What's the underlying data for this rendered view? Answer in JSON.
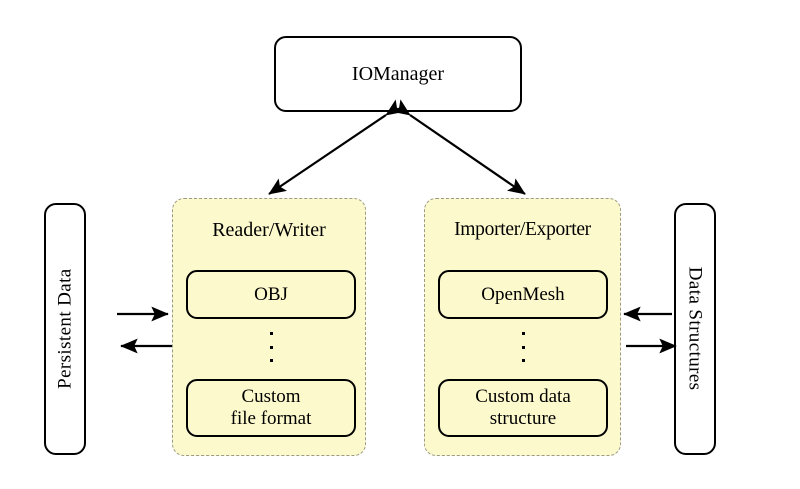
{
  "diagram": {
    "title_node": {
      "label": "IOManager"
    },
    "left_external": {
      "label": "Persistent Data"
    },
    "right_external": {
      "label": "Data Structures"
    },
    "groups": [
      {
        "label": "Reader/Writer",
        "items": [
          {
            "label": "OBJ"
          },
          {
            "label": "Custom\nfile format",
            "line1": "Custom",
            "line2": "file format"
          }
        ],
        "ellipsis": "⋮"
      },
      {
        "label": "Importer/Exporter",
        "items": [
          {
            "label": "OpenMesh"
          },
          {
            "label": "Custom data\nstructure",
            "line1": "Custom data",
            "line2": "structure"
          }
        ],
        "ellipsis": "⋮"
      }
    ],
    "connections": [
      {
        "name": "iomanager-to-reader-writer",
        "type": "double-arrow",
        "from": "IOManager",
        "to": "Reader/Writer"
      },
      {
        "name": "iomanager-to-importer-exporter",
        "type": "double-arrow",
        "from": "IOManager",
        "to": "Importer/Exporter"
      },
      {
        "name": "persistent-data-to-reader-writer",
        "type": "arrow-right",
        "from": "Persistent Data",
        "to": "Reader/Writer"
      },
      {
        "name": "reader-writer-to-persistent-data",
        "type": "arrow-left",
        "from": "Reader/Writer",
        "to": "Persistent Data"
      },
      {
        "name": "data-structures-to-importer-exporter",
        "type": "arrow-left",
        "from": "Data Structures",
        "to": "Importer/Exporter"
      },
      {
        "name": "importer-exporter-to-data-structures",
        "type": "arrow-right",
        "from": "Importer/Exporter",
        "to": "Data Structures"
      }
    ],
    "colors": {
      "group_fill": "#fcf9cd",
      "group_border": "#9a9a8a",
      "node_border": "#000000",
      "node_fill": "#ffffff",
      "background": "#ffffff"
    }
  }
}
